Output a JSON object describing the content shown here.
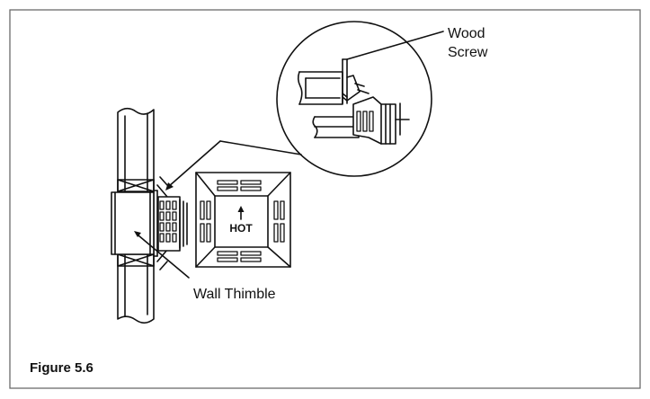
{
  "figure": {
    "caption": "Figure 5.6",
    "callouts": {
      "wood_screw_line1": "Wood",
      "wood_screw_line2": "Screw",
      "wall_thimble": "Wall Thimble"
    },
    "stamp": "HOT"
  },
  "colors": {
    "line": "#111111",
    "frame": "#6b6b6b",
    "background": "#ffffff"
  }
}
